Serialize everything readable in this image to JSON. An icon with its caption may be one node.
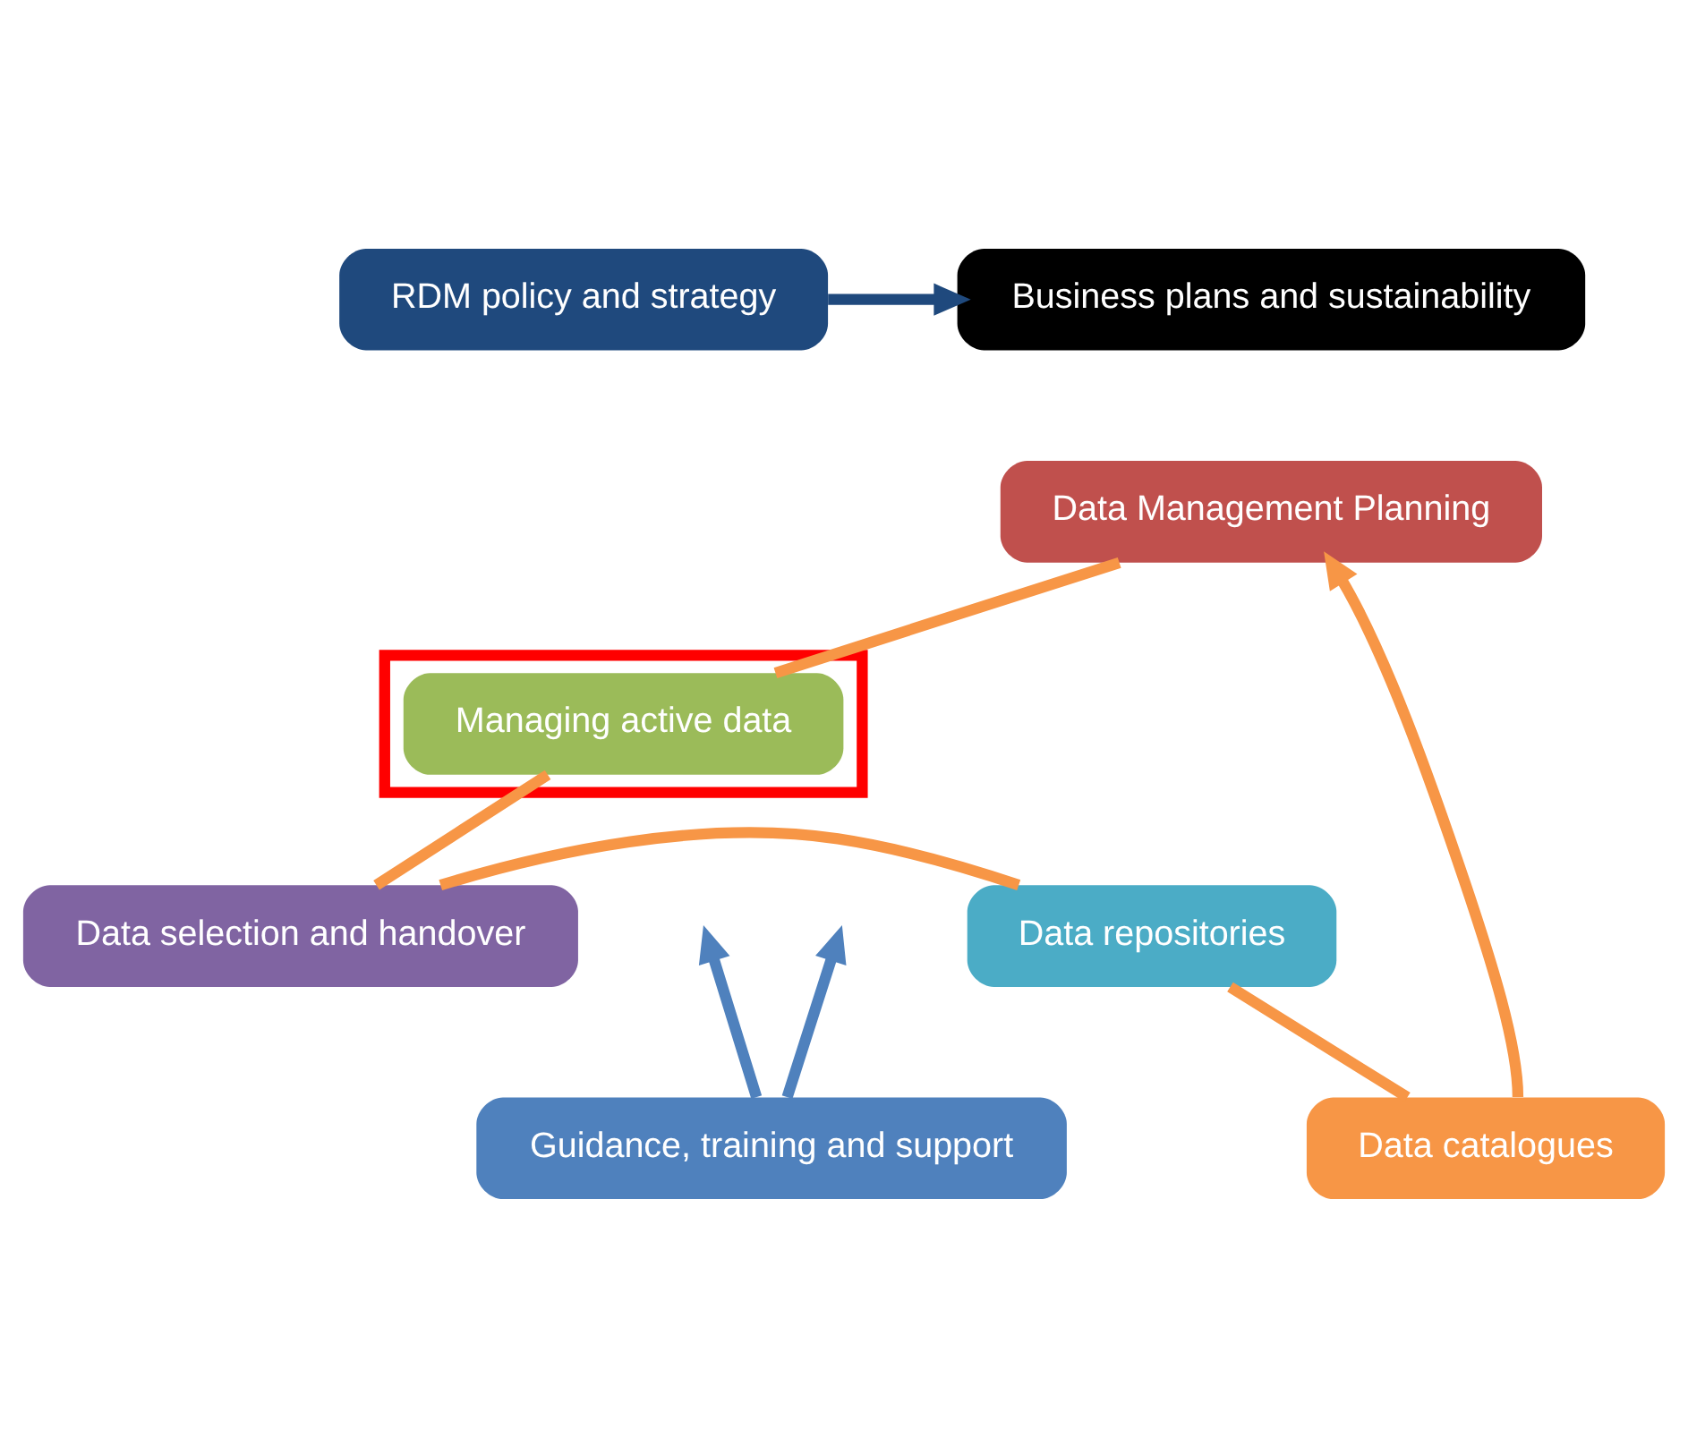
{
  "diagram": {
    "nodes": [
      {
        "text": [
          "RDM policy and strategy"
        ]
      },
      {
        "text": [
          "Business plans and sustainability"
        ]
      },
      {
        "text": [
          "Data Management Planning"
        ]
      },
      {
        "text": [],
        "shape": "box"
      },
      {
        "text": [
          "Managing active data"
        ],
        "in": 3
      },
      {
        "text": [
          "Data selection and handover"
        ]
      },
      {
        "text": [
          "Data repositories"
        ]
      },
      {
        "text": [
          "Data catalogues"
        ]
      },
      {
        "text": [
          "Guidance, training and support"
        ]
      }
    ],
    "edges": [
      {
        "from": 0,
        "to": 1,
        "arrow": "to",
        "color": "#1f497d"
      },
      {
        "from": 2,
        "to": 4,
        "arrow": "none"
      },
      {
        "from": 4,
        "to": 5,
        "arrow": "none"
      },
      {
        "from": 5,
        "to": 6,
        "arrow": "none"
      },
      {
        "from": 6,
        "to": 7,
        "arrow": "none"
      },
      {
        "from": 7,
        "to": 2,
        "arrow": "to"
      },
      {
        "from": 8,
        "to": null,
        "arrow": "to",
        "color": "#4f81bd"
      },
      {
        "from": 8,
        "to": null,
        "arrow": "to",
        "color": "#4f81bd"
      }
    ]
  }
}
